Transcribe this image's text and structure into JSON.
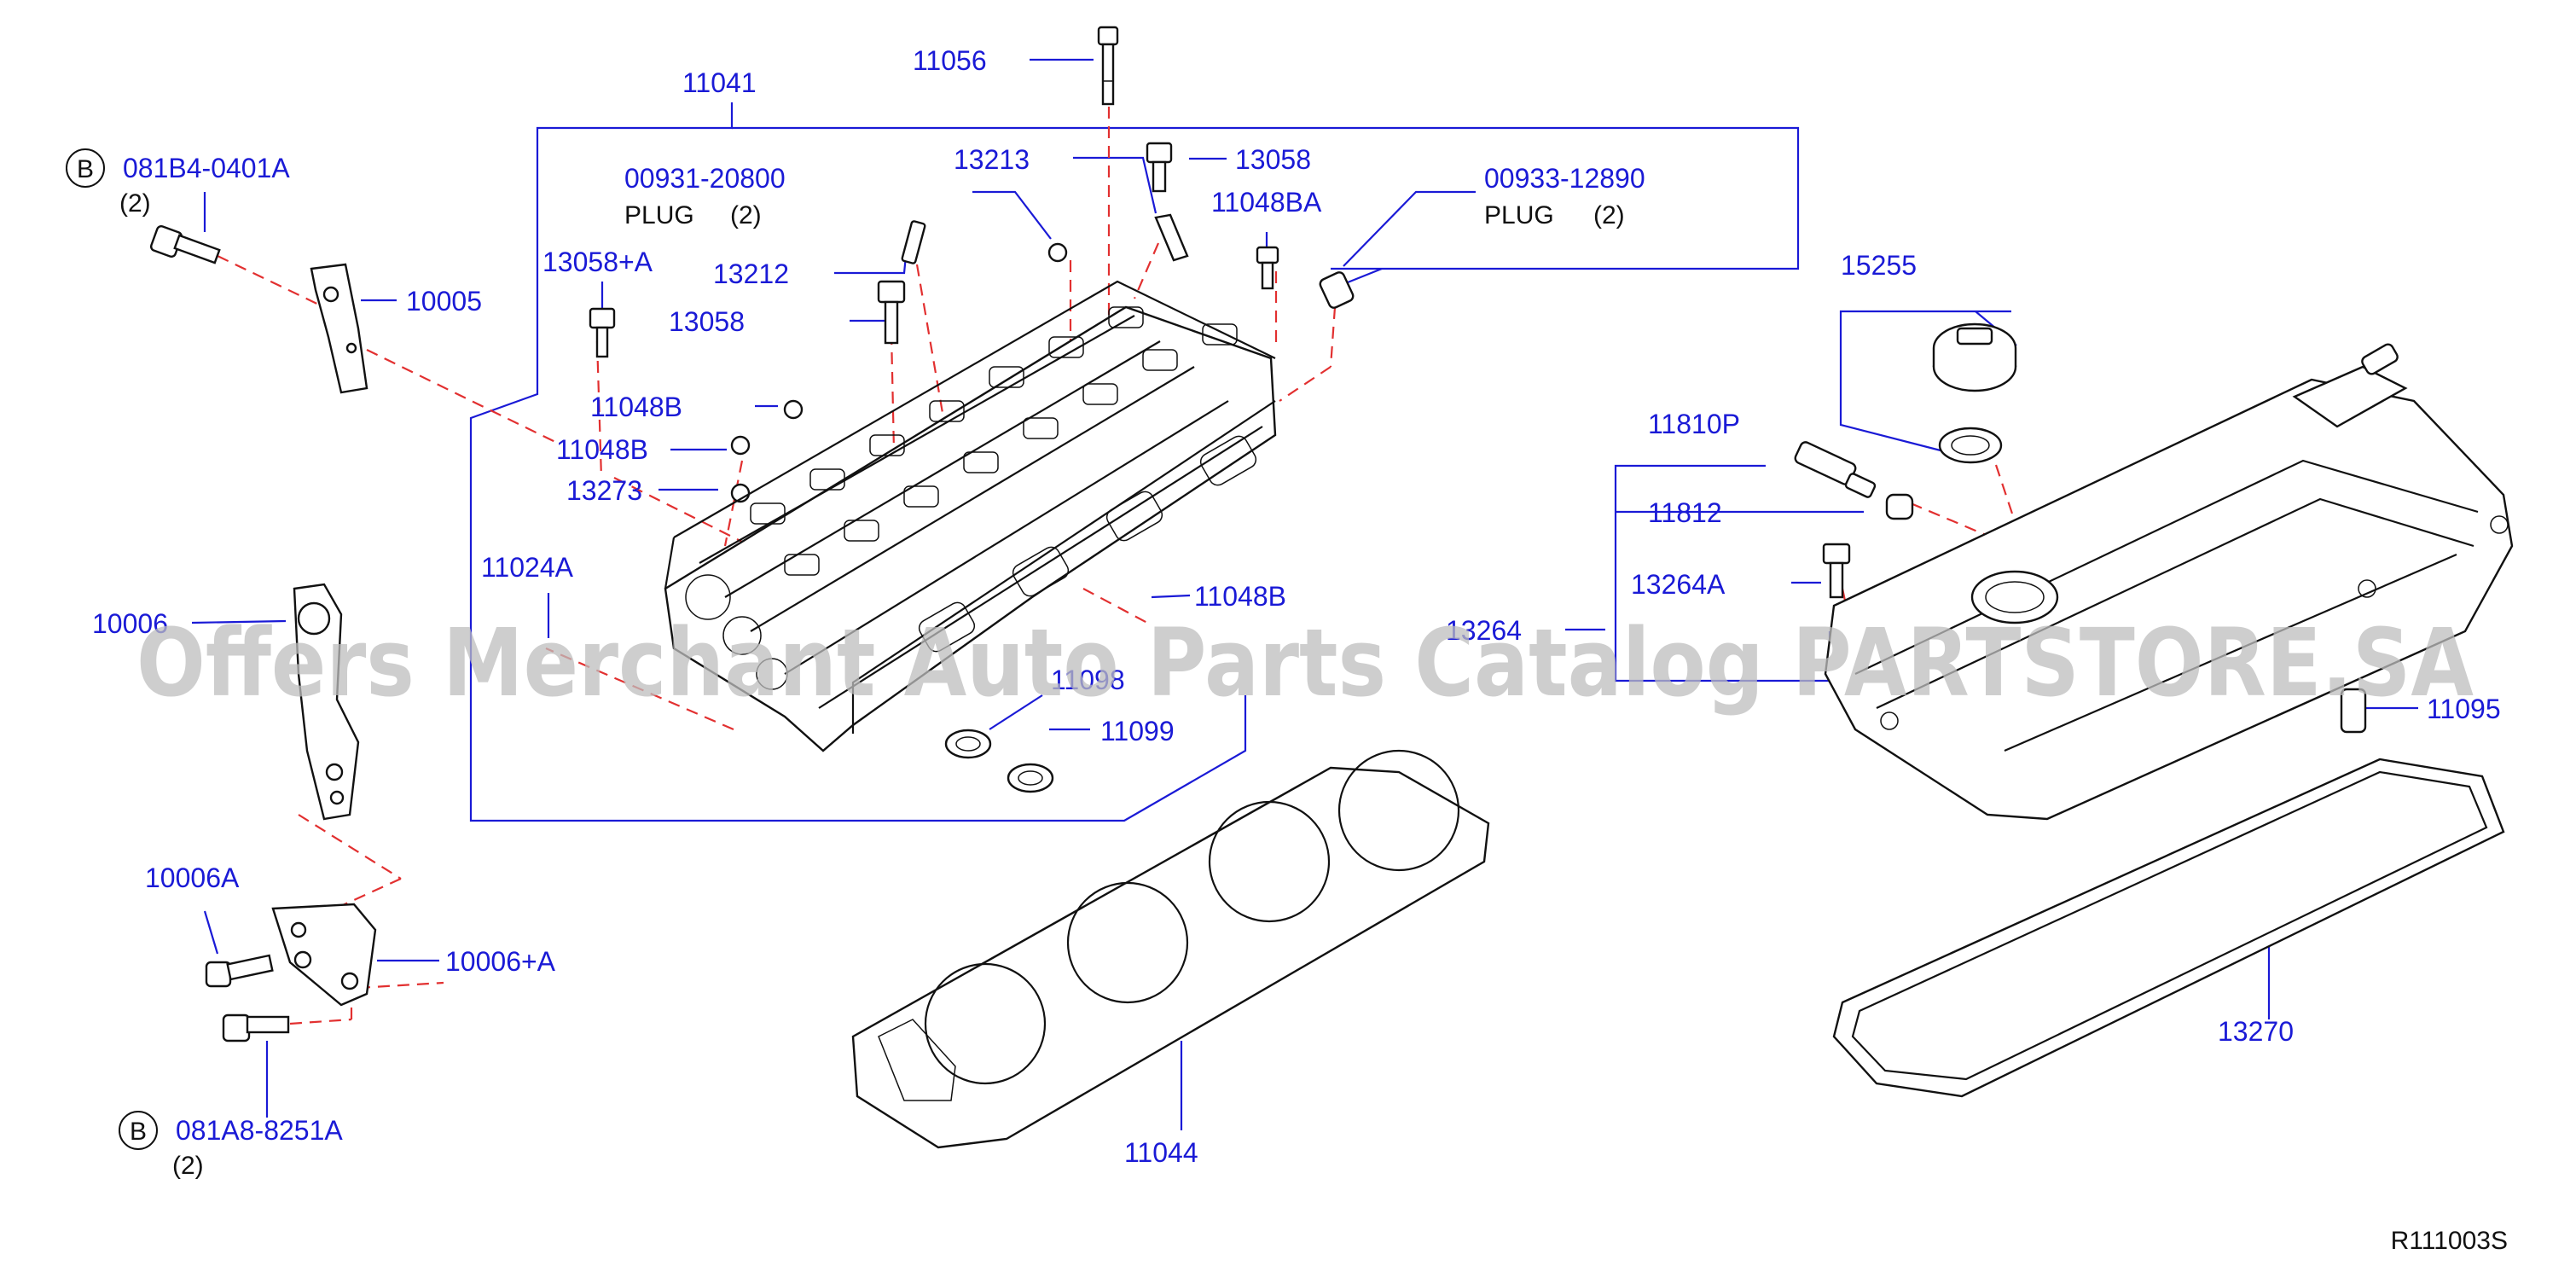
{
  "diagram_id": "R111003S",
  "watermark": "Offers Merchant Auto Parts Catalog PARTSTORE.SA",
  "callout_marker": "B",
  "labels": {
    "p11041": "11041",
    "p11056": "11056",
    "p13213": "13213",
    "p13058_top": "13058",
    "p11048BA": "11048BA",
    "p00931": "00931-20800",
    "plug1": "PLUG",
    "qty_plug1": "(2)",
    "p00933": "00933-12890",
    "plug2": "PLUG",
    "qty_plug2": "(2)",
    "p081B4": "081B4-0401A",
    "qty_081B4": "(2)",
    "p10005": "10005",
    "p13058A": "13058+A",
    "p13212": "13212",
    "p13058_mid": "13058",
    "p11048B_1": "11048B",
    "p11048B_2": "11048B",
    "p13273": "13273",
    "p11024A": "11024A",
    "p10006": "10006",
    "p11048B_3": "11048B",
    "p11098": "11098",
    "p11099": "11099",
    "p13264": "13264",
    "p15255": "15255",
    "p11810P": "11810P",
    "p11812": "11812",
    "p13264A": "13264A",
    "p11095": "11095",
    "p10006A": "10006A",
    "p10006plusA": "10006+A",
    "p081A8": "081A8-8251A",
    "qty_081A8": "(2)",
    "p11044": "11044",
    "p13270": "13270"
  },
  "colors": {
    "label_blue": "#1a1ad6",
    "dashed_red": "#e23030",
    "line_black": "#111111",
    "watermark_gray": "#bdbdbd"
  }
}
